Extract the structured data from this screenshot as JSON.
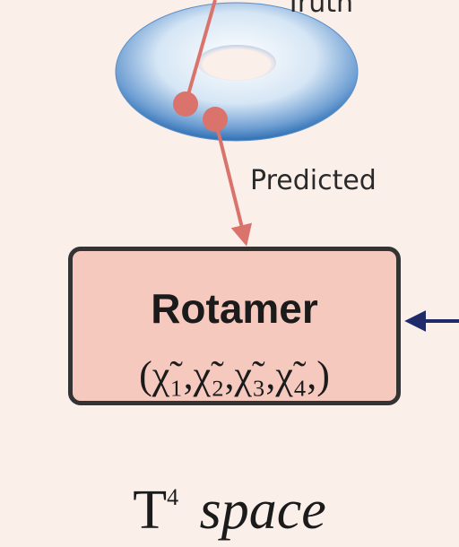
{
  "labels": {
    "truth": "Truth",
    "predicted": "Predicted"
  },
  "box": {
    "title": "Rotamer",
    "formula": "(χ̃₁,χ̃₂,χ̃₃,χ̃₄,)"
  },
  "space": {
    "symbol": "T",
    "exponent": "4",
    "word": "space"
  },
  "colors": {
    "background": "#fbefea",
    "box_fill": "#f6c9bf",
    "box_border": "#333333",
    "arrow_red": "#d9736c",
    "arrow_navy": "#1f2a6a",
    "torus_light": "#ffffff",
    "torus_dark": "#2f6fb3"
  }
}
